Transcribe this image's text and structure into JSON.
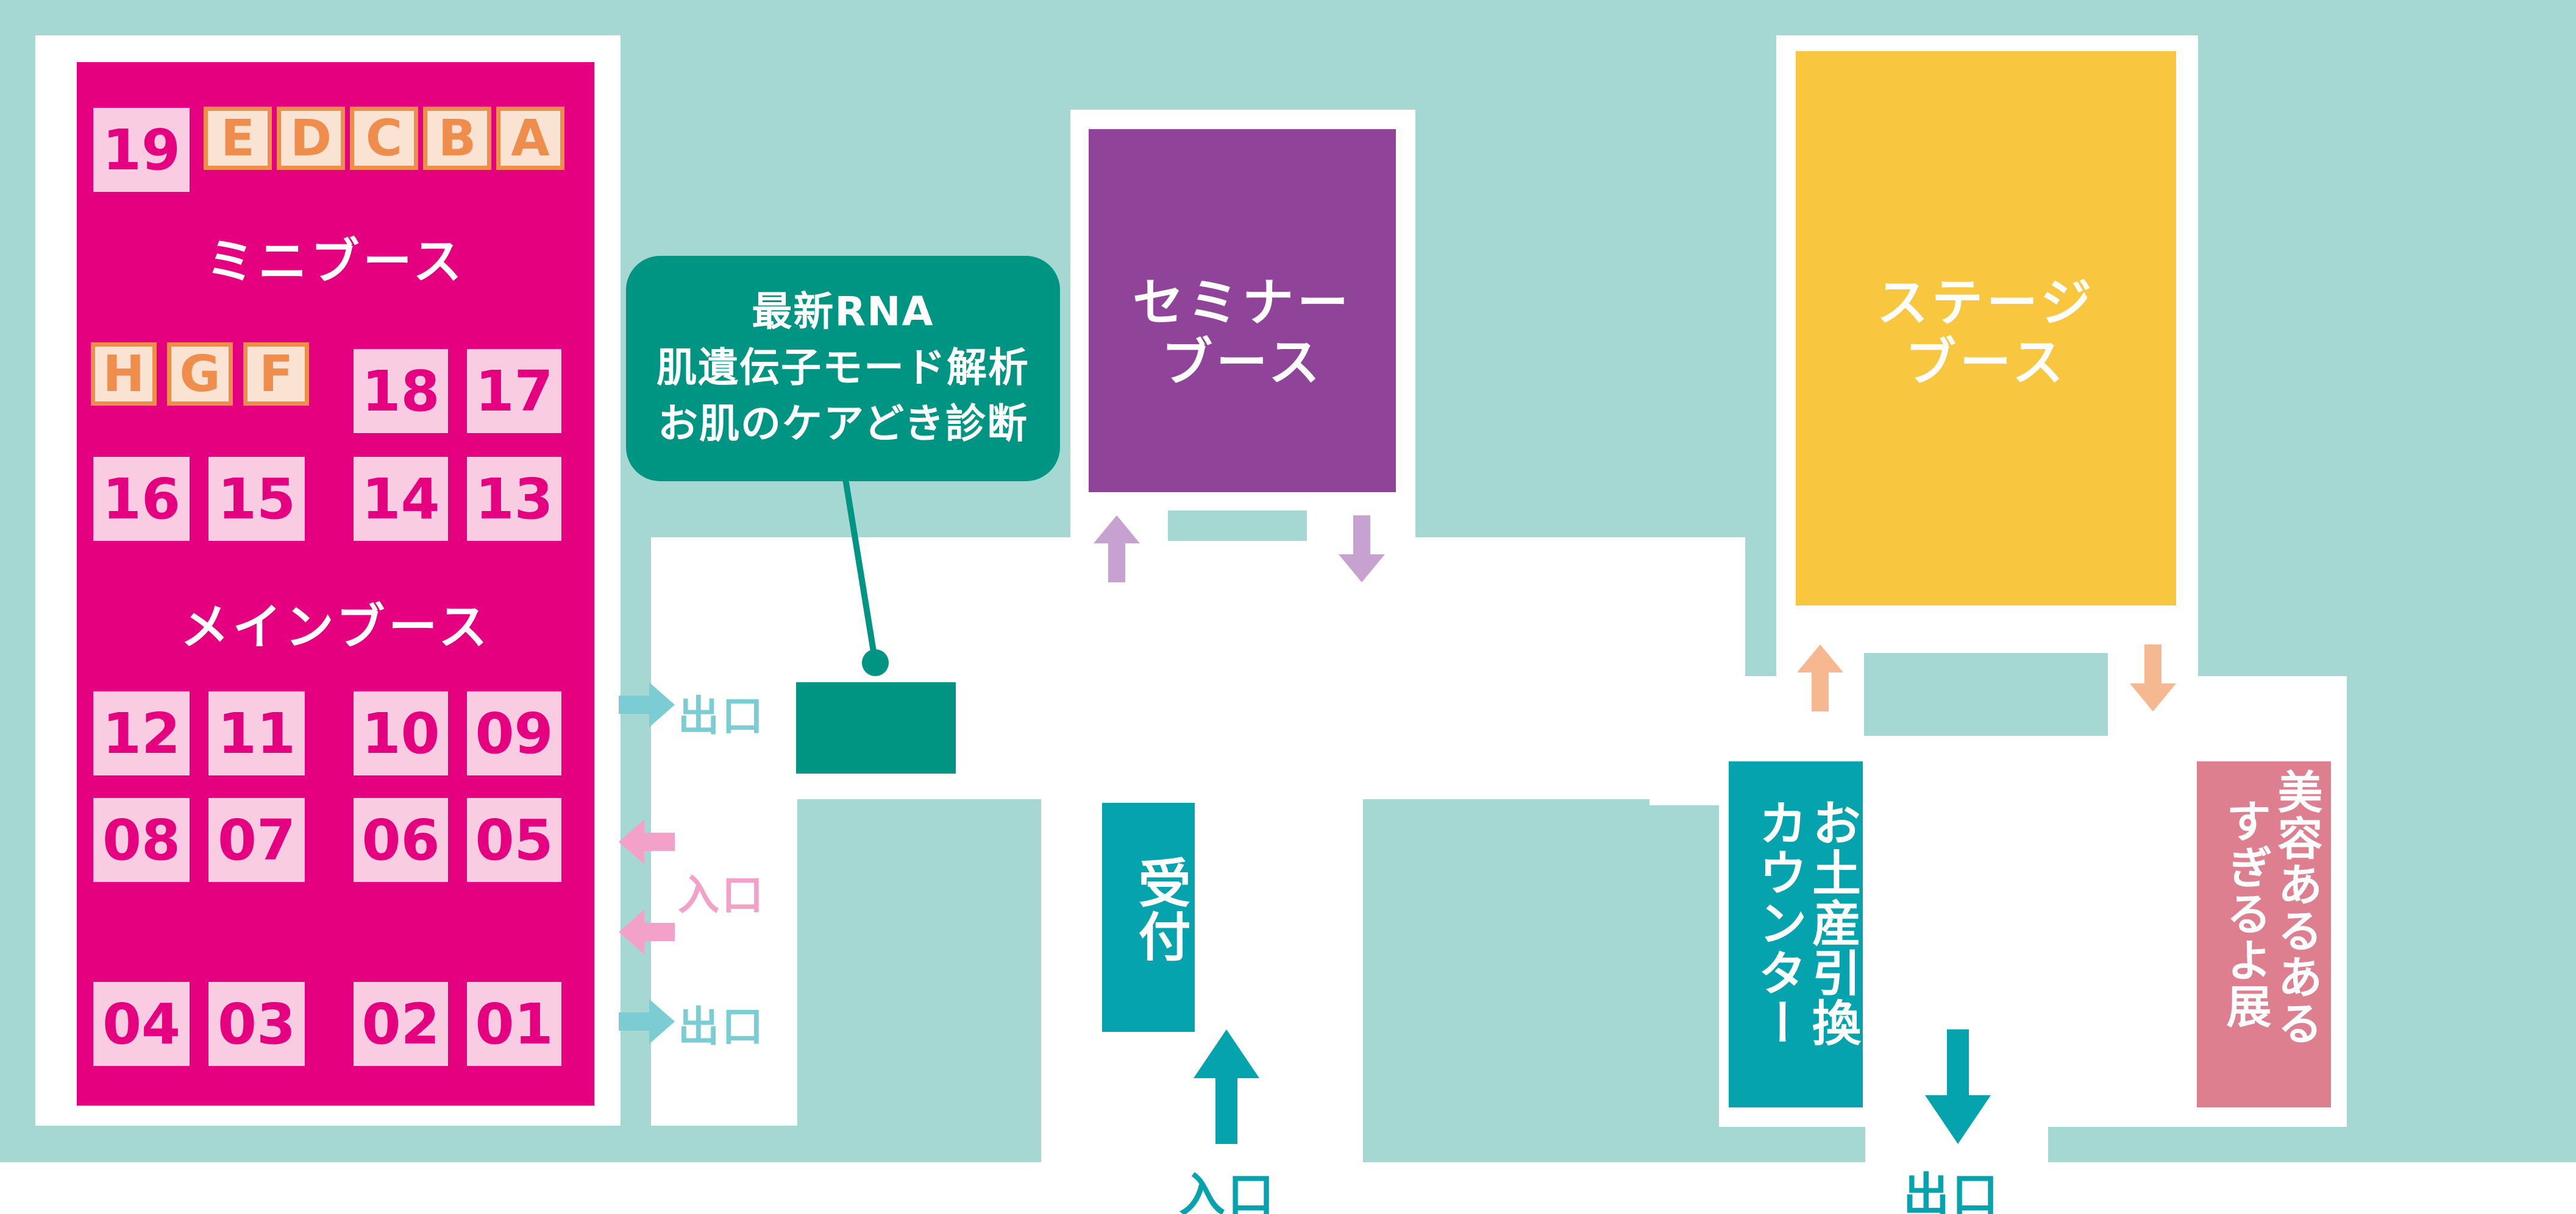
{
  "colors": {
    "background_teal": "#a5d8d3",
    "main_area": "#e4007f",
    "booth_fill": "#f9cce2",
    "mini_letter_border": "#ef8d4d",
    "mini_letter_fill": "#fbe3d3",
    "rna_booth": "#009482",
    "seminar": "#904499",
    "stage": "#f8c73f",
    "reception": "#05a3ae",
    "gift_counter": "#05a3ae",
    "exhibit": "#de7f90",
    "exit_arrow": "#7ccdd3",
    "entrance_arrow": "#f3a1c9",
    "seminar_arrow": "#c7a2d0",
    "stage_arrow": "#f5b890"
  },
  "areas": {
    "mini_booth_label": "ミニブース",
    "main_booth_label": "メインブース",
    "seminar_label": "セミナー\nブース",
    "stage_label": "ステージ\nブース",
    "reception_label": "受付",
    "gift_counter_line1": "お土産引換",
    "gift_counter_line2": "カウンター",
    "exhibit_line1": "美容あるある",
    "exhibit_line2": "すぎるよ展"
  },
  "rna_callout": {
    "line1": "最新RNA",
    "line2": "肌遺伝子モード解析",
    "line3": "お肌のケアどき診断"
  },
  "booths": {
    "mini_letters_top": [
      "E",
      "D",
      "C",
      "B",
      "A"
    ],
    "mini_letters_mid": [
      "H",
      "G",
      "F"
    ],
    "b19": "19",
    "row_18_17": [
      "18",
      "17"
    ],
    "row_16_13": [
      "16",
      "15",
      "14",
      "13"
    ],
    "row_12_09": [
      "12",
      "11",
      "10",
      "09"
    ],
    "row_08_05": [
      "08",
      "07",
      "06",
      "05"
    ],
    "row_04_01": [
      "04",
      "03",
      "02",
      "01"
    ]
  },
  "doors": {
    "side_exit_top": "出口",
    "side_entrance": "入口",
    "side_exit_bottom": "出口",
    "main_entrance": "入口",
    "main_exit": "出口"
  }
}
